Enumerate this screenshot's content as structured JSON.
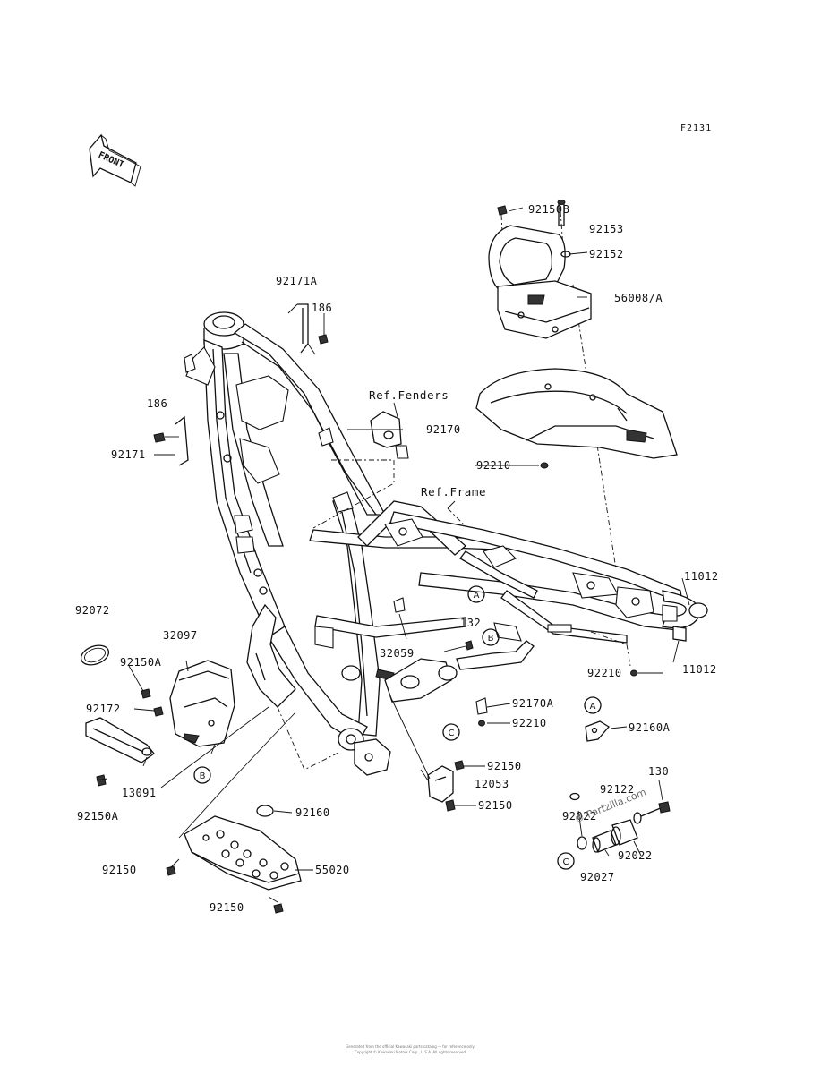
{
  "diagram_code": "F2131",
  "front_label": "FRONT",
  "references": {
    "fenders": "Ref.Fenders",
    "frame": "Ref.Frame"
  },
  "callout_letters": {
    "a": "A",
    "b": "B",
    "c": "C"
  },
  "parts": {
    "p92150B": "92150B",
    "p92153": "92153",
    "p92152": "92152",
    "p56008A": "56008/A",
    "p92171A": "92171A",
    "p186_top": "186",
    "p186_left": "186",
    "p92171": "92171",
    "p92170": "92170",
    "p92210_top": "92210",
    "p11012_right": "11012",
    "p11012_lower": "11012",
    "p92210_mid": "92210",
    "p92072": "92072",
    "p32097": "32097",
    "p92150A_top": "92150A",
    "p92172": "92172",
    "p13091": "13091",
    "p92150A_bottom": "92150A",
    "p132": "132",
    "p32059": "32059",
    "p92170A": "92170A",
    "p92210_low": "92210",
    "p92160A": "92160A",
    "p92150_mid": "92150",
    "p12053": "12053",
    "p92150_low": "92150",
    "p130": "130",
    "p92122": "92122",
    "p92022_left": "92022",
    "p92022_right": "92022",
    "p92027": "92027",
    "p92160": "92160",
    "p55020": "55020",
    "p92150_left": "92150",
    "p92150_bottom": "92150"
  },
  "watermark": "© Partzilla.com",
  "footer": {
    "line1": "Generated from the official Kawasaki parts catalog — for reference only",
    "line2": "Copyright © Kawasaki Motors Corp., U.S.A. All rights reserved"
  }
}
